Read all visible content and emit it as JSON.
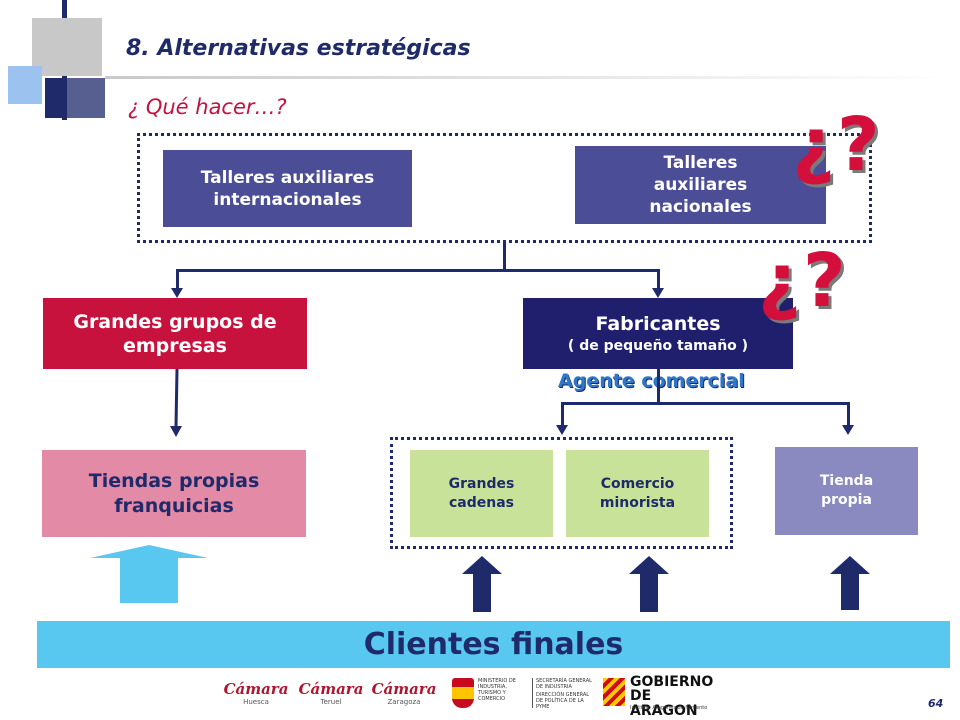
{
  "header": {
    "title": "8. Alternativas estratégicas",
    "subtitle": "¿ Qué hacer…?"
  },
  "question_marks": [
    "¿?",
    "¿?"
  ],
  "suppliers": {
    "international": "Talleres auxiliares internacionales",
    "national": "Talleres auxiliares nacionales"
  },
  "groups": {
    "big_groups": "Grandes grupos de empresas",
    "manufacturers_title": "Fabricantes",
    "manufacturers_note": "( de pequeño tamaño )",
    "agent": "Agente comercial"
  },
  "channels": {
    "own_stores": "Tiendas propias franquicias",
    "big_chains": "Grandes cadenas",
    "retail": "Comercio minorista",
    "own_store": "Tienda propia"
  },
  "customers": "Clientes finales",
  "page_number": "64",
  "footer_logos": {
    "camara_1": "Cámara",
    "camara_1_city": "Huesca",
    "camara_2": "Cámara",
    "camara_2_city": "Teruel",
    "camara_3": "Cámara",
    "camara_3_city": "Zaragoza",
    "ministry": "MINISTERIO DE INDUSTRIA, TURISMO Y COMERCIO",
    "ministry_sec": "SECRETARÍA GENERAL DE INDUSTRIA",
    "ministry_dir": "DIRECCIÓN GENERAL DE POLÍTICA DE LA PYME",
    "gov_line1": "GOBIERNO",
    "gov_line2": "DE ARAGON",
    "gov_sub": "Instituto Aragonés de Fomento"
  },
  "colors": {
    "navy": "#1f2a6b",
    "purple_box": "#4b4e96",
    "crimson": "#c8123e",
    "pink": "#e28aa6",
    "green": "#c9e29a",
    "lavender": "#8a89c0",
    "cyan": "#59c8f0",
    "question_red": "#d40f3c"
  }
}
